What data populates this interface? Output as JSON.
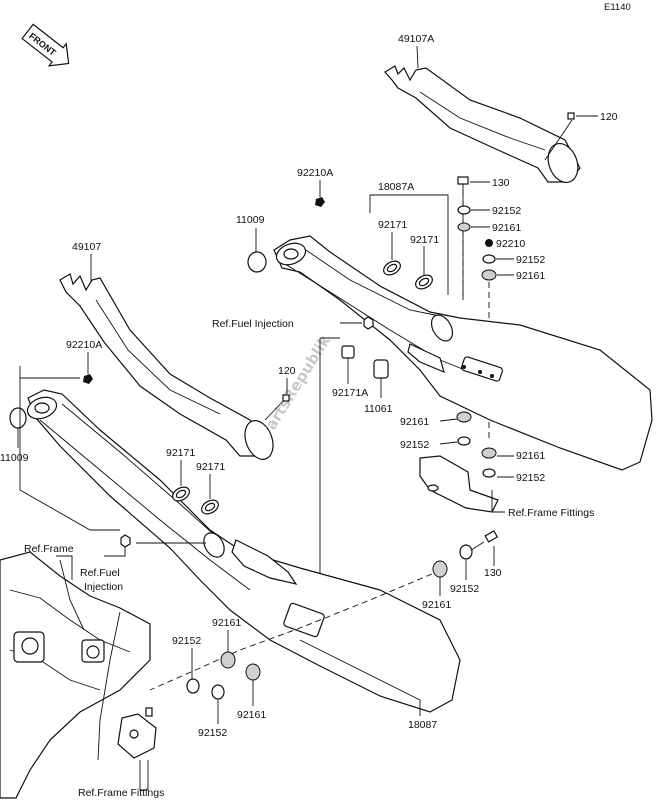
{
  "diagram_code": "E1140",
  "front_label": "FRONT",
  "watermark": "PartsRepublik",
  "labels": {
    "p49107A": "49107A",
    "p120_top": "120",
    "p130_top": "130",
    "p92152_a": "92152",
    "p92161_a": "92161",
    "p92210_right": "92210",
    "p92152_b": "92152",
    "p92161_b": "92161",
    "p92210A_top": "92210A",
    "p18087A": "18087A",
    "p11009_top": "11009",
    "p92171_a": "92171",
    "p92171_b": "92171",
    "p49107": "49107",
    "ref_fuel_injection_top": "Ref.Fuel Injection",
    "p92171A": "92171A",
    "p11061": "11061",
    "p92210A_left": "92210A",
    "p120_mid": "120",
    "p11009_left": "11009",
    "p92161_c": "92161",
    "p92152_c": "92152",
    "p92161_d": "92161",
    "p92152_d": "92152",
    "ref_frame_fittings_right": "Ref.Frame Fittings",
    "p92171_c": "92171",
    "p92171_d": "92171",
    "ref_frame": "Ref.Frame",
    "ref_fuel_line1": "Ref.Fuel",
    "ref_fuel_line2": "Injection",
    "p130_bottom": "130",
    "p92161_e": "92161",
    "p92152_e": "92152",
    "p92161_f": "92161",
    "p92152_f": "92152",
    "p92161_g": "92161",
    "p92152_g": "92152",
    "p18087": "18087",
    "ref_frame_fittings_bottom": "Ref.Frame Fittings"
  }
}
